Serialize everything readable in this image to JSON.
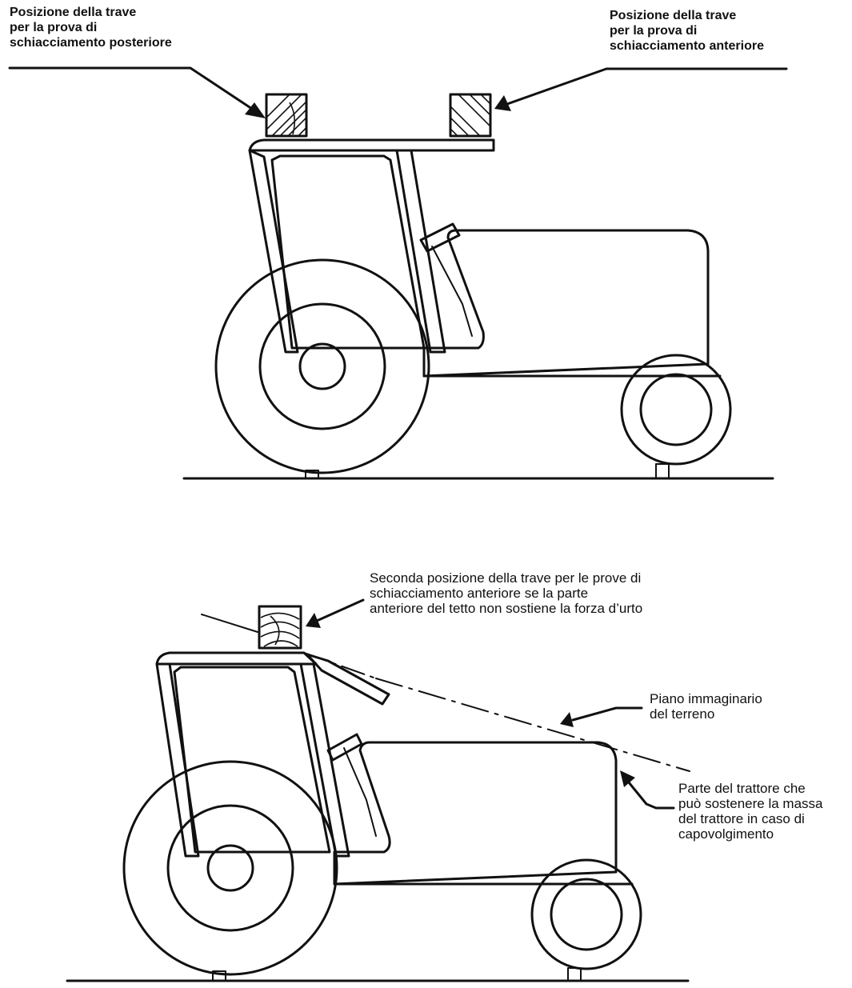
{
  "labels": {
    "rear_beam": [
      "Posizione della trave",
      "per la prova di",
      "schiacciamento posteriore"
    ],
    "front_beam": [
      "Posizione della trave",
      "per la prova di",
      "schiacciamento anteriore"
    ],
    "second_beam": [
      "Seconda posizione della trave per le prove di",
      "schiacciamento anteriore se la parte",
      "anteriore del tetto non sostiene la forza d’urto"
    ],
    "imaginary_plane": [
      "Piano immaginario",
      "del terreno"
    ],
    "support_part": [
      "Parte del trattore che",
      "può sostenere la massa",
      "del trattore in caso di",
      "capovolgimento"
    ]
  },
  "colors": {
    "ink": "#111111",
    "background": "#ffffff"
  }
}
